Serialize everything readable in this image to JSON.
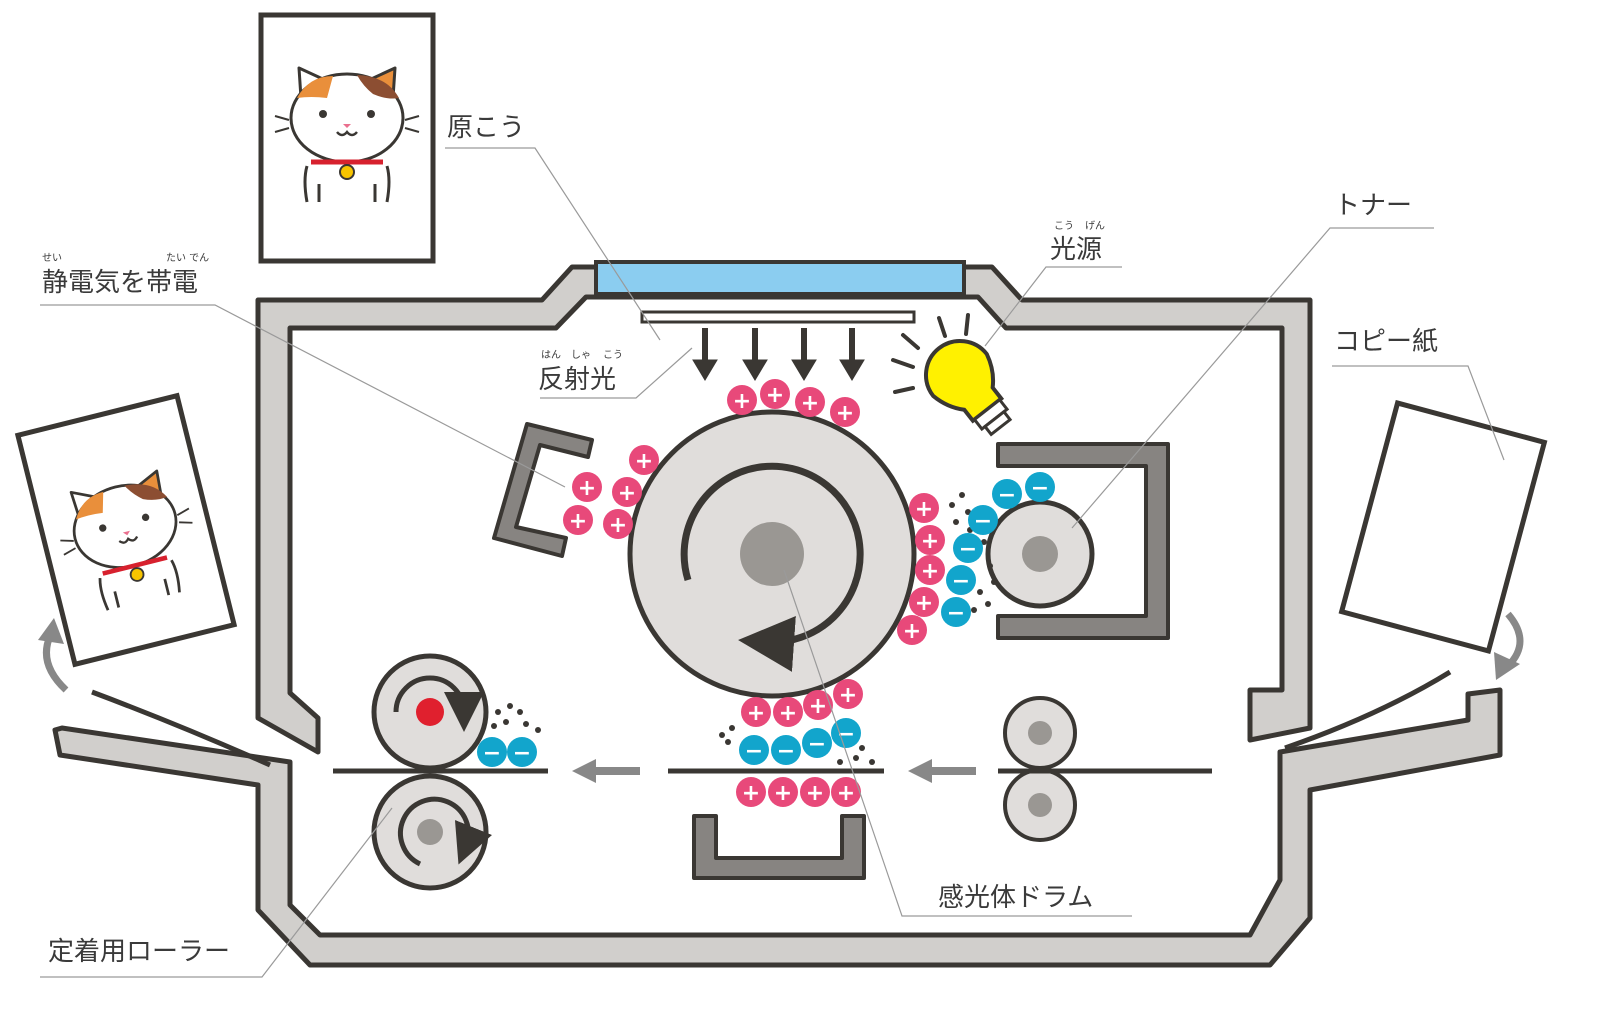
{
  "labels": {
    "original": "原こう",
    "charge": "静電気を帯電",
    "charge_ruby_1": "せい",
    "charge_ruby_2": "たい でん",
    "reflected": "反射光",
    "reflected_ruby_1": "はん",
    "reflected_ruby_2": "しゃ",
    "reflected_ruby_3": "こう",
    "light": "光源",
    "light_ruby_1": "こう",
    "light_ruby_2": "げん",
    "toner": "トナー",
    "paper": "コピー紙",
    "drum": "感光体ドラム",
    "fuser": "定着用ローラー"
  },
  "signs": {
    "plus": "+",
    "minus": "−"
  },
  "colors": {
    "outline": "#3a3733",
    "body_fill": "#d1cfcc",
    "drum_fill": "#e0dddb",
    "hub_fill": "#9a9793",
    "charger_fill": "#878481",
    "glass": "#8bcdf0",
    "positive": "#e8497a",
    "negative": "#12a5cc",
    "bulb": "#fff100",
    "hot_core": "#e0202e",
    "arrow_gray": "#888888"
  }
}
